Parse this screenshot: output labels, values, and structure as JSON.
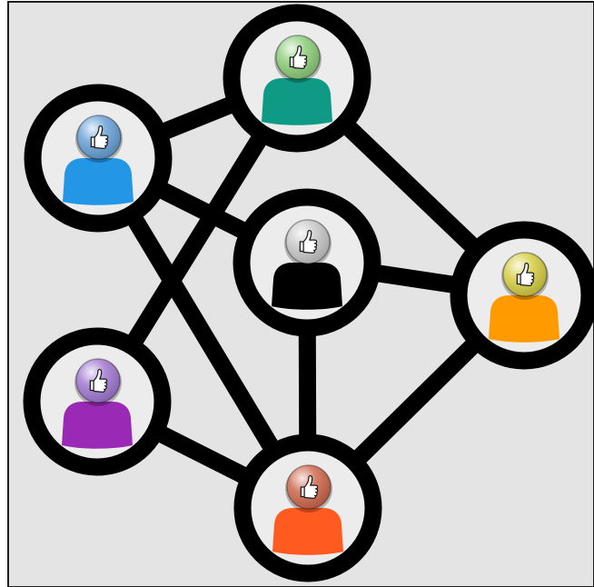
{
  "colors": {
    "canvas_bg": "#e4e4e4",
    "frame": "#1f1f1f",
    "node_ring": "#000000",
    "node_fill": "#ececec",
    "edge": "#000000"
  },
  "nodes": [
    {
      "id": "top",
      "icon": "person-thumbs-up-icon",
      "body_color": "#0f9a86",
      "badge_color": "#8fcf7b"
    },
    {
      "id": "upper-left",
      "icon": "person-thumbs-up-icon",
      "body_color": "#2396e6",
      "badge_color": "#6aa3d8"
    },
    {
      "id": "center",
      "icon": "person-thumbs-up-icon",
      "body_color": "#000000",
      "badge_color": "#c9c9c9"
    },
    {
      "id": "right",
      "icon": "person-thumbs-up-icon",
      "body_color": "#ff9a00",
      "badge_color": "#d7cf45"
    },
    {
      "id": "lower-left",
      "icon": "person-thumbs-up-icon",
      "body_color": "#9a2ab5",
      "badge_color": "#a37ad2"
    },
    {
      "id": "bottom",
      "icon": "person-thumbs-up-icon",
      "body_color": "#ff5a1f",
      "badge_color": "#d0694e"
    }
  ],
  "edges": [
    [
      "upper-left",
      "top"
    ],
    [
      "upper-left",
      "center"
    ],
    [
      "upper-left",
      "bottom"
    ],
    [
      "top",
      "right"
    ],
    [
      "top",
      "lower-left"
    ],
    [
      "center",
      "right"
    ],
    [
      "center",
      "bottom"
    ],
    [
      "lower-left",
      "bottom"
    ],
    [
      "bottom",
      "right"
    ]
  ]
}
